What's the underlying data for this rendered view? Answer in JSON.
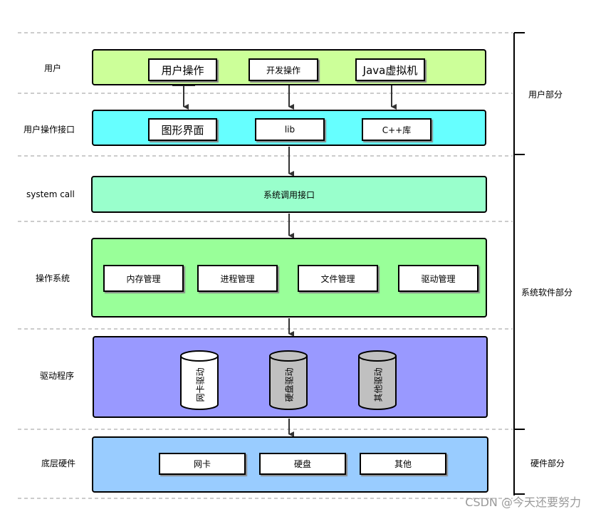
{
  "rows": [
    {
      "label": "用户"
    },
    {
      "label": "用户操作接口"
    },
    {
      "label": "system call"
    },
    {
      "label": "操作系统"
    },
    {
      "label": "驱动程序"
    },
    {
      "label": "底层硬件"
    }
  ],
  "user_layer": {
    "items": [
      "用户操作",
      "开发操作",
      "Java虚拟机"
    ]
  },
  "interface_layer": {
    "items": [
      "图形界面",
      "lib",
      "C++库"
    ]
  },
  "syscall_layer": {
    "text": "系统调用接口"
  },
  "os_layer": {
    "items": [
      "内存管理",
      "进程管理",
      "文件管理",
      "驱动管理"
    ]
  },
  "driver_layer": {
    "items": [
      "网卡驱动",
      "硬盘驱动",
      "其他驱动"
    ]
  },
  "hardware_layer": {
    "items": [
      "网卡",
      "硬盘",
      "其他"
    ]
  },
  "groups": {
    "user": "用户部分",
    "system": "系统软件部分",
    "hardware": "硬件部分"
  },
  "colors": {
    "user": "#ccff99",
    "interface": "#66ffff",
    "syscall": "#99ffcc",
    "os": "#99ff99",
    "driver": "#9999ff",
    "hardware": "#99ccff",
    "cyl_white": "#ffffff",
    "cyl_gray": "#c0c0c0"
  },
  "watermark": "CSDN @今天还要努力"
}
